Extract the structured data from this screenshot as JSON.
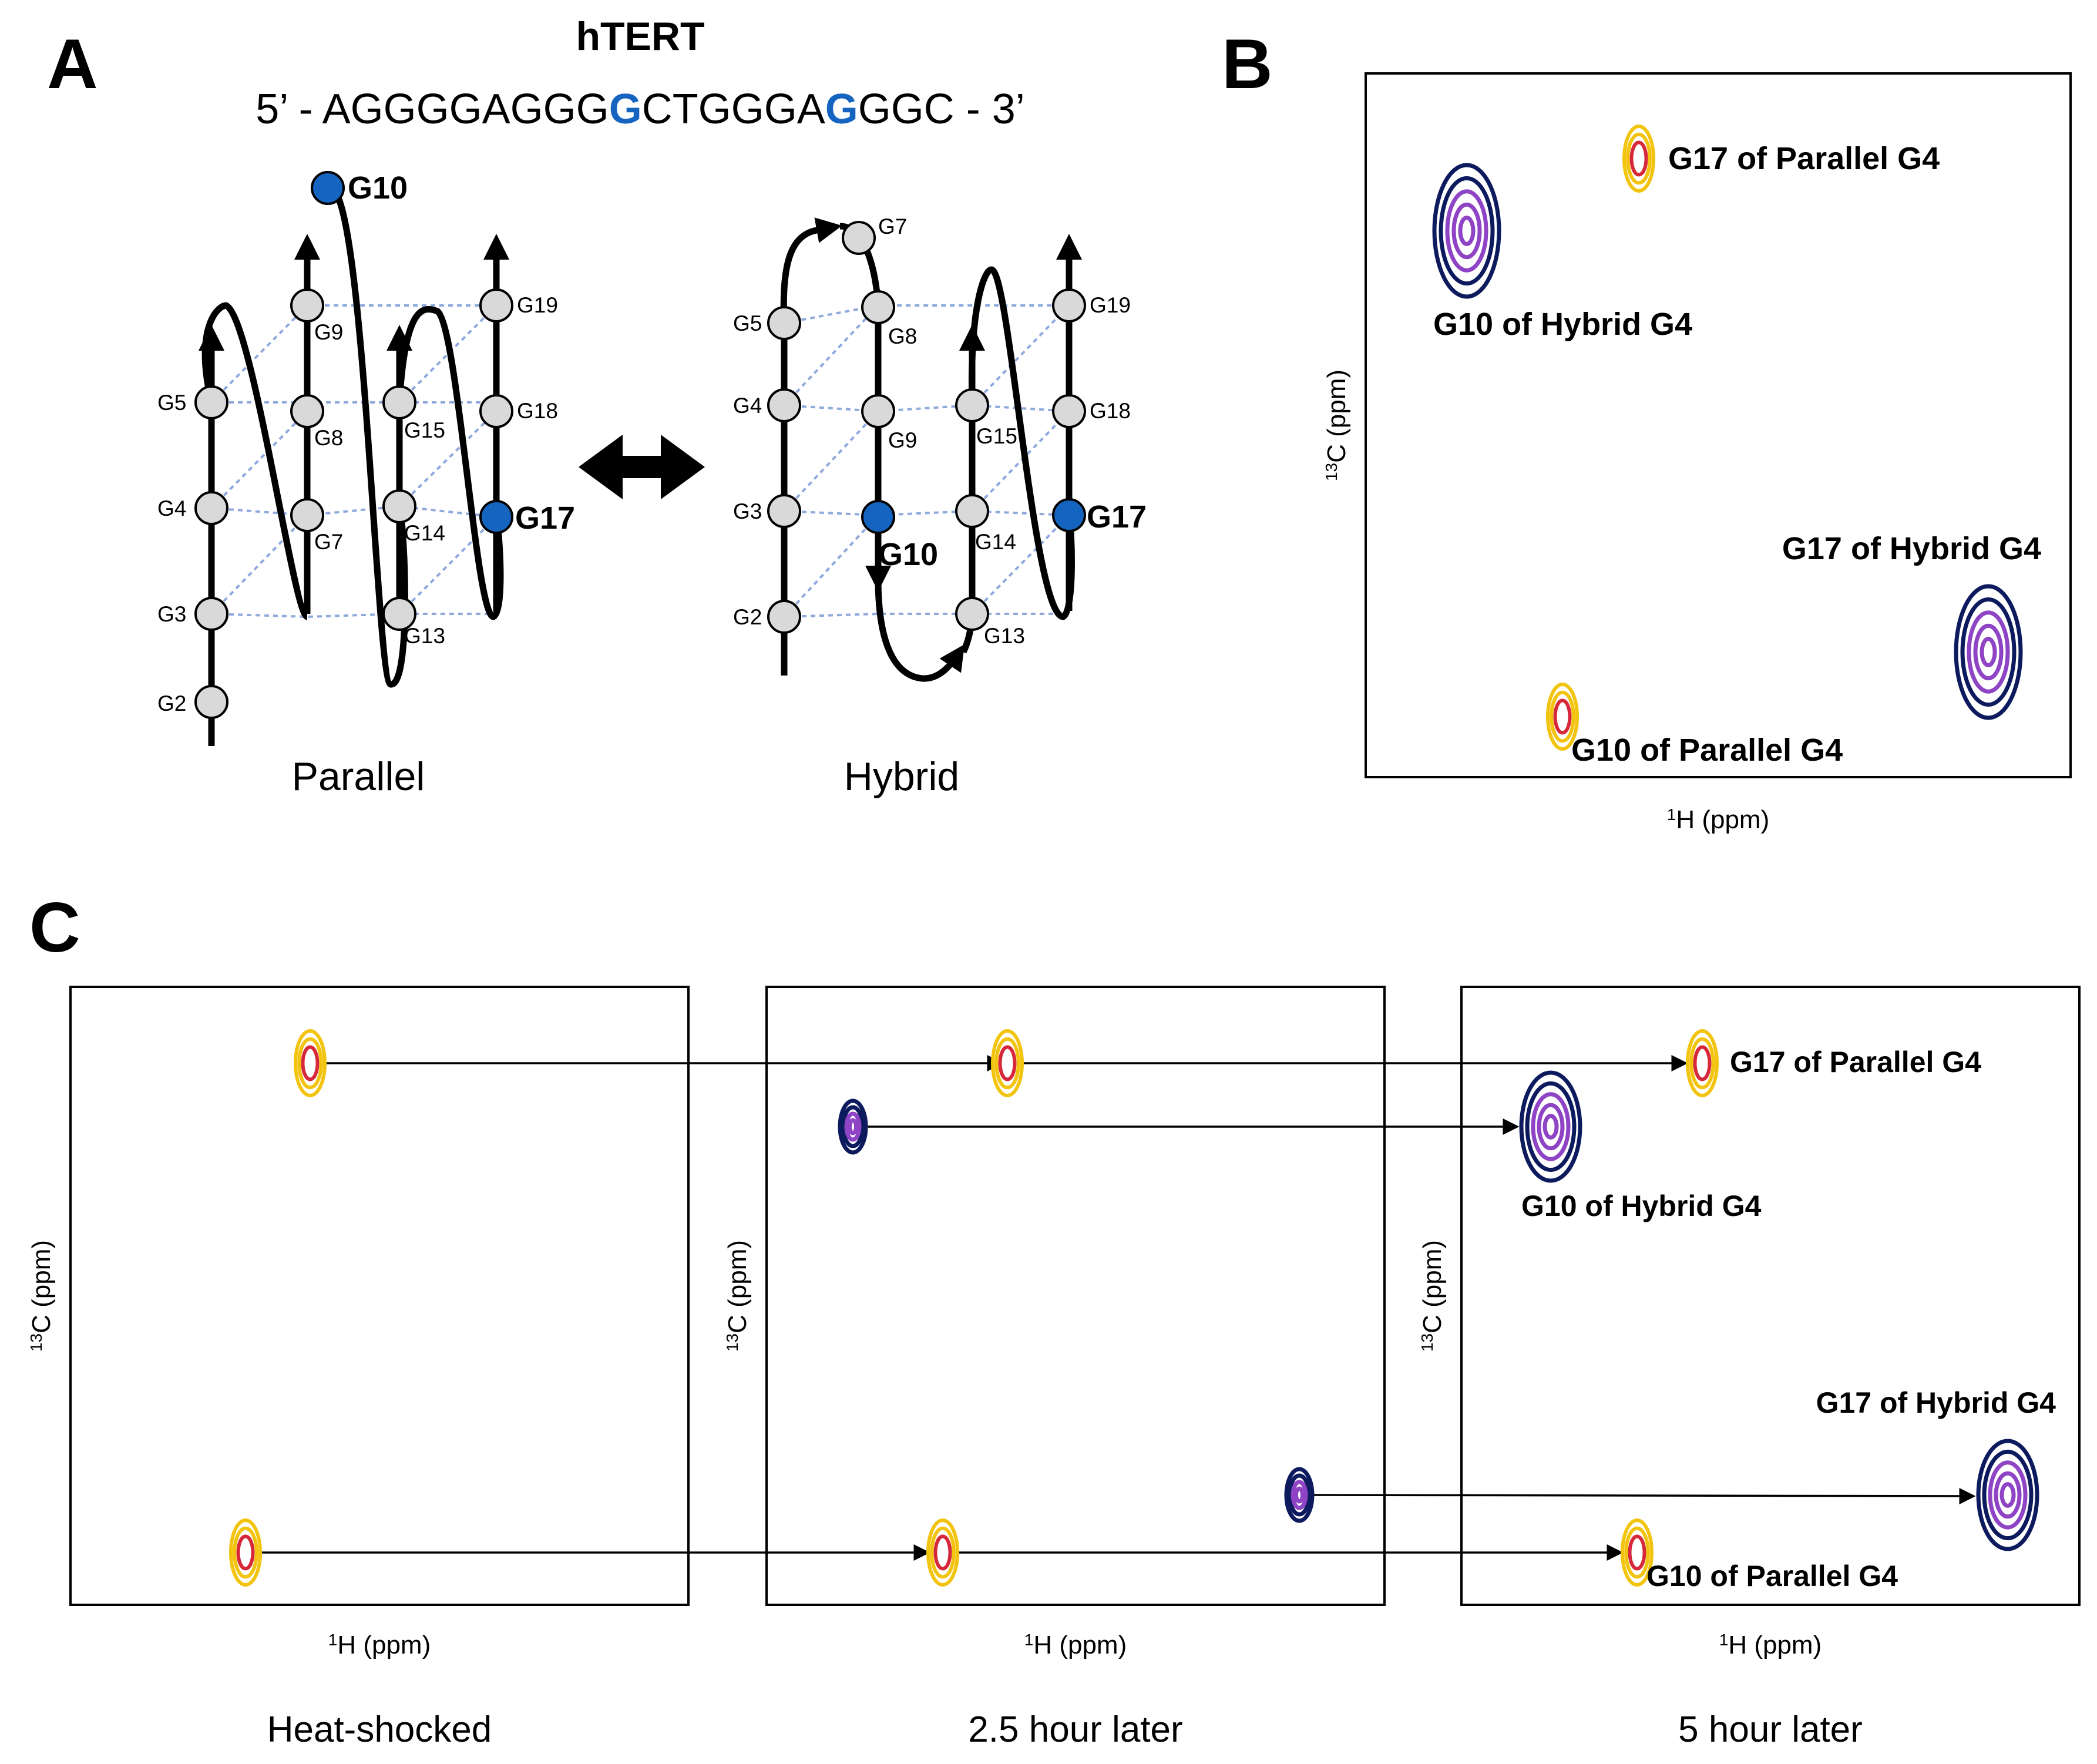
{
  "panel_a": {
    "letter": "A",
    "title": "hTERT",
    "sequence": [
      {
        "t": "5’ - AGGGGAGGG",
        "hl": false
      },
      {
        "t": "G",
        "hl": true
      },
      {
        "t": "CTGGGA",
        "hl": false
      },
      {
        "t": "G",
        "hl": true
      },
      {
        "t": "GGC - 3’",
        "hl": false
      }
    ],
    "parallel_caption": "Parallel",
    "hybrid_caption": "Hybrid",
    "parallel_labels": {
      "G2": "G2",
      "G3": "G3",
      "G4": "G4",
      "G5": "G5",
      "G7": "G7",
      "G8": "G8",
      "G9": "G9",
      "G10": "G10",
      "G13": "G13",
      "G14": "G14",
      "G15": "G15",
      "G17": "G17",
      "G18": "G18",
      "G19": "G19"
    },
    "hybrid_labels": {
      "G2": "G2",
      "G3": "G3",
      "G4": "G4",
      "G5": "G5",
      "G7": "G7",
      "G8": "G8",
      "G9": "G9",
      "G10": "G10",
      "G13": "G13",
      "G14": "G14",
      "G15": "G15",
      "G17": "G17",
      "G18": "G18",
      "G19": "G19"
    }
  },
  "panel_b": {
    "letter": "B",
    "ylabel_sup": "13",
    "ylabel": "C (ppm)",
    "xlabel_sup": "1",
    "xlabel": "H (ppm)",
    "peaks": {
      "g17_parallel": "G17 of Parallel G4",
      "g10_hybrid": "G10 of Hybrid G4",
      "g17_hybrid": "G17 of Hybrid G4",
      "g10_parallel": "G10 of Parallel G4"
    }
  },
  "panel_c": {
    "letter": "C",
    "ylabel_sup": "13",
    "ylabel": "C (ppm)",
    "xlabel_sup": "1",
    "xlabel": "H (ppm)",
    "captions": [
      "Heat-shocked",
      "2.5 hour later",
      "5 hour later"
    ],
    "peaks": {
      "g17_parallel": "G17 of Parallel G4",
      "g10_hybrid": "G10 of Hybrid G4",
      "g17_hybrid": "G17 of Hybrid G4",
      "g10_parallel": "G10 of Parallel G4"
    }
  },
  "colors": {
    "highlight_blue": "#1565c0",
    "node_grey": "#d9d9d9",
    "hbond_blue": "#8fa9dd",
    "parallel_peak_outer": "#f2c40f",
    "parallel_peak_inner": "#d62839",
    "hybrid_peak_outer": "#0d1b5e",
    "hybrid_peak_inner": "#8e44c4"
  }
}
